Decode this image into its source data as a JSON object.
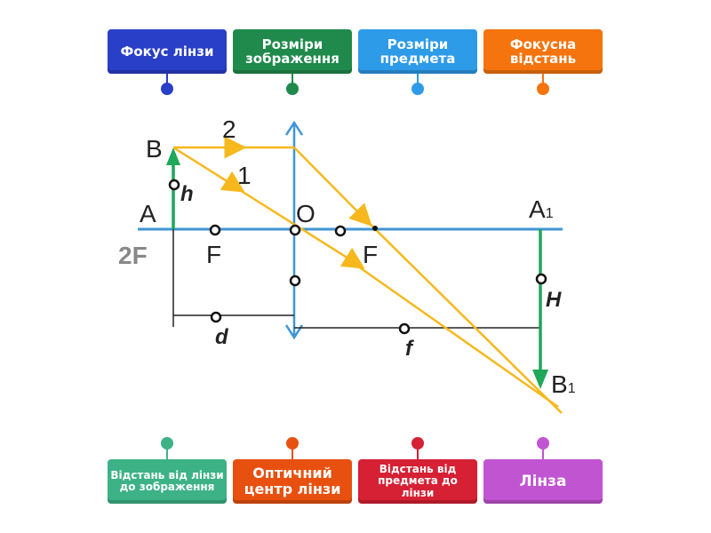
{
  "top_labels": [
    {
      "text": "Фокус лінзи",
      "color": "#2a3fc7"
    },
    {
      "text": "Розміри зображення",
      "color": "#1f8a4c"
    },
    {
      "text": "Розміри предмета",
      "color": "#2d9be8"
    },
    {
      "text": "Фокусна відстань",
      "color": "#f5740e"
    }
  ],
  "bottom_labels": [
    {
      "text": "Відстань від лінзи до зображення",
      "color": "#3db287"
    },
    {
      "text": "Оптичний центр лінзи",
      "color": "#e8500f"
    },
    {
      "text": "Відстань від предмета до лінзи",
      "color": "#d62033"
    },
    {
      "text": "Лінза",
      "color": "#c154d1"
    }
  ],
  "diagram": {
    "B": "B",
    "A": "A",
    "2F": "2F",
    "F_left": "F",
    "O": "O",
    "F_right": "F",
    "A1": "A",
    "A1_sub": "1",
    "B1": "B",
    "B1_sub": "1",
    "h": "h",
    "H": "H",
    "d": "d",
    "f": "f",
    "ray1": "1",
    "ray2": "2"
  }
}
